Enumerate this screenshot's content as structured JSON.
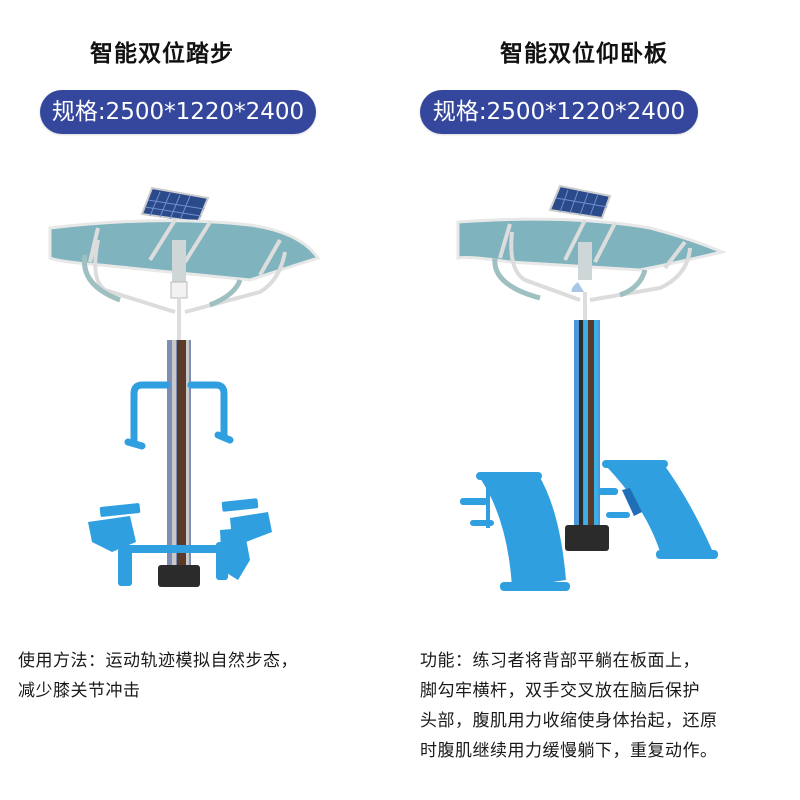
{
  "products": [
    {
      "title": "智能双位踏步",
      "spec": "规格:2500*1220*2400",
      "description_label": "使用方法：",
      "description_lines": [
        "使用方法：运动轨迹模拟自然步态，",
        "减少膝关节冲击"
      ],
      "illustration": "dual-stepper-with-solar-canopy"
    },
    {
      "title": "智能双位仰卧板",
      "spec": "规格:2500*1220*2400",
      "description_label": "功能：",
      "description_lines": [
        "功能：练习者将背部平躺在板面上，",
        "脚勾牢横杆，双手交叉放在脑后保护",
        "头部，腹肌用力收缩使身体抬起，还原",
        "时腹肌继续用力缓慢躺下，重复动作。"
      ],
      "illustration": "dual-situp-board-with-solar-canopy"
    }
  ],
  "colors": {
    "badge_bg": "#34479c",
    "badge_text": "#ffffff",
    "equipment_blue": "#2f9fe0",
    "canopy": "#7fb3bd",
    "pole_brown": "#5a3a28",
    "base": "#2b2b2b"
  }
}
